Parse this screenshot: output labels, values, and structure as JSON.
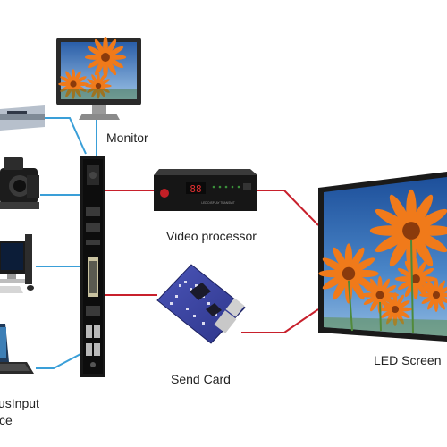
{
  "labels": {
    "monitor": "Monitor",
    "video_processor": "Video processor",
    "send_card": "Send Card",
    "led_screen": "LED Screen",
    "input_device_line1": "usInput",
    "input_device_line2": "ce"
  },
  "device_text": {
    "processor_display": "88",
    "processor_caption": "LED DISPLAY TRANSMIT"
  },
  "colors": {
    "input_cable": "#3a9fd8",
    "output_cable": "#c8202c",
    "screen_sky": "#3f74b6",
    "flower": "#f07a1a"
  }
}
